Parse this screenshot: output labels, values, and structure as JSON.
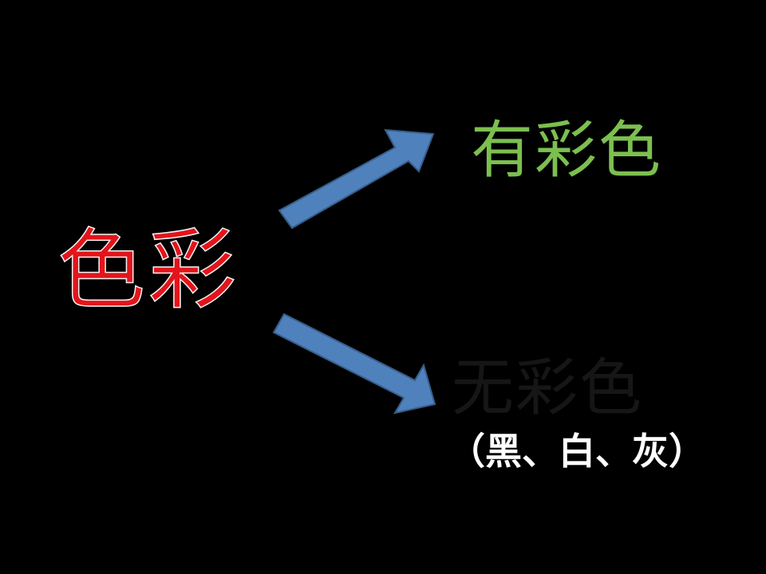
{
  "main_term": {
    "text": "色彩",
    "color": "#e3141a"
  },
  "branches": {
    "chromatic": {
      "text": "有彩色",
      "color": "#7cbf4f"
    },
    "achromatic": {
      "text": "无彩色",
      "color": "#161616"
    },
    "achromatic_examples": {
      "text": "（黑、白、灰）",
      "color": "#ffffff"
    }
  },
  "arrow_style": {
    "fill": "#4f81bd",
    "stroke": "#385d8a"
  }
}
